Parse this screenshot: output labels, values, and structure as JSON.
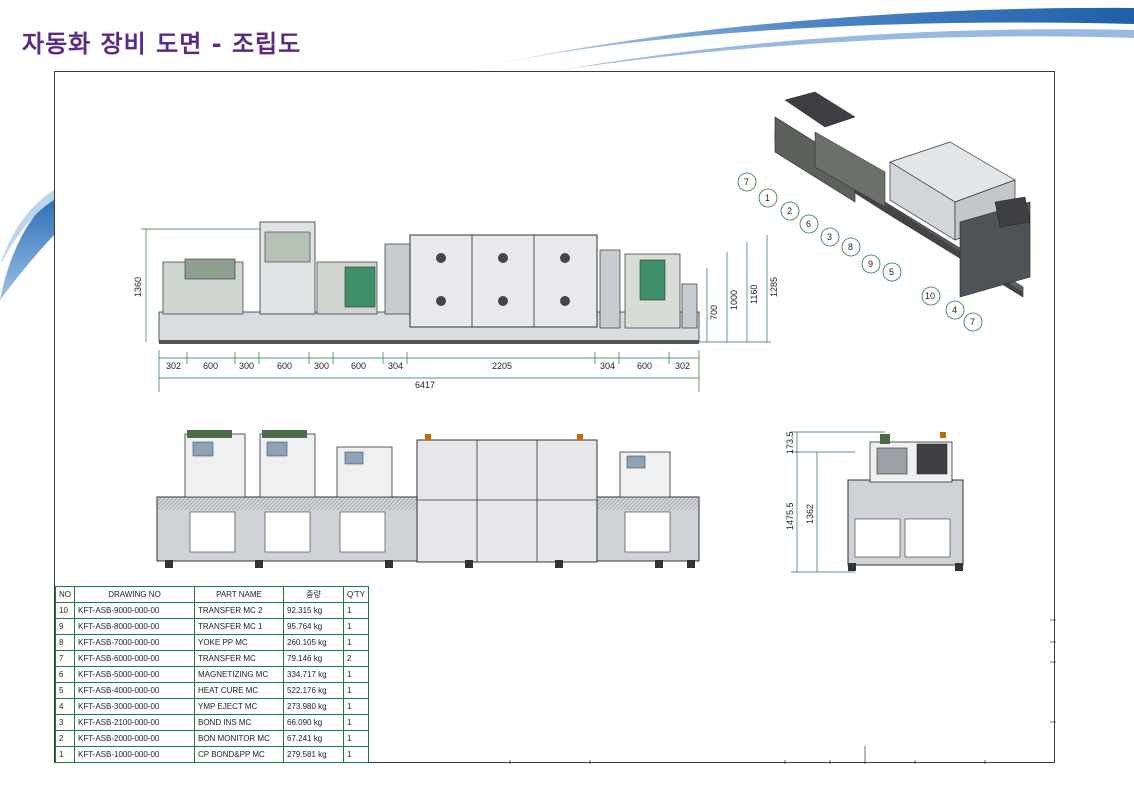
{
  "slide": {
    "title": "자동화 장비 도면 - 조립도",
    "colors": {
      "title": "#5a2a86",
      "swoosh": "#1f5fa8",
      "frame": "#3a3a3a",
      "dimension": "#1e7a3a"
    }
  },
  "front_view": {
    "overall_width": "6417",
    "segment_widths": [
      "302",
      "600",
      "300",
      "600",
      "300",
      "600",
      "304",
      "2205",
      "304",
      "600",
      "302"
    ],
    "left_height": "1360",
    "right_heights": [
      "700",
      "1000",
      "1160",
      "1285"
    ]
  },
  "side_view": {
    "left_heights": [
      "173.5",
      "1475.5"
    ],
    "inner_height": "1362"
  },
  "iso_view": {
    "callouts": [
      "7",
      "1",
      "2",
      "6",
      "3",
      "8",
      "9",
      "5",
      "10",
      "4",
      "7"
    ]
  },
  "bom": {
    "headers": [
      "NO",
      "DRAWING NO",
      "PART NAME",
      "중량",
      "Q'TY"
    ],
    "rows": [
      [
        "10",
        "KFT-ASB-9000-000-00",
        "TRANSFER MC 2",
        "92.315 kg",
        "1"
      ],
      [
        "9",
        "KFT-ASB-8000-000-00",
        "TRANSFER MC 1",
        "95.764 kg",
        "1"
      ],
      [
        "8",
        "KFT-ASB-7000-000-00",
        "YOKE PP MC",
        "260.105 kg",
        "1"
      ],
      [
        "7",
        "KFT-ASB-6000-000-00",
        "TRANSFER MC",
        "79.146 kg",
        "2"
      ],
      [
        "6",
        "KFT-ASB-5000-000-00",
        "MAGNETIZING MC",
        "334.717 kg",
        "1"
      ],
      [
        "5",
        "KFT-ASB-4000-000-00",
        "HEAT CURE MC",
        "522.176 kg",
        "1"
      ],
      [
        "4",
        "KFT-ASB-3000-000-00",
        "YMP EJECT MC",
        "273.980 kg",
        "1"
      ],
      [
        "3",
        "KFT-ASB-2100-000-00",
        "BOND INS MC",
        "66.090 kg",
        "1"
      ],
      [
        "2",
        "KFT-ASB-2000-000-00",
        "BON MONITOR MC",
        "67.241 kg",
        "1"
      ],
      [
        "1",
        "KFT-ASB-1000-000-00",
        "CP BOND&PP MC",
        "279.581 kg",
        "1"
      ]
    ]
  }
}
